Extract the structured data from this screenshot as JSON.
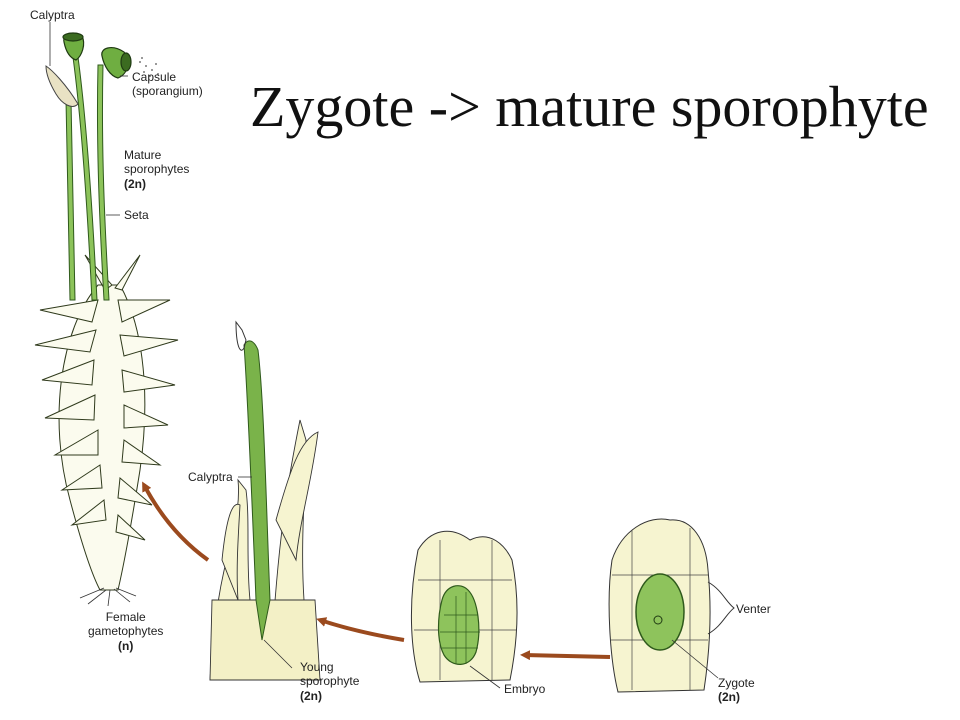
{
  "slide": {
    "title": "Zygote -> mature sporophyte"
  },
  "labels": {
    "calyptra_top": "Calyptra",
    "capsule_line1": "Capsule",
    "capsule_line2": "(sporangium)",
    "mature_line1": "Mature",
    "mature_line2": "sporophytes",
    "mature_ploidy": "(2n)",
    "seta": "Seta",
    "calyptra_mid": "Calyptra",
    "female_line1": "Female",
    "female_line2": "gametophytes",
    "female_ploidy": "(n)",
    "young_line1": "Young",
    "young_line2": "sporophyte",
    "young_ploidy": "(2n)",
    "embryo": "Embryo",
    "venter": "Venter",
    "zygote": "Zygote",
    "zygote_ploidy": "(2n)"
  },
  "colors": {
    "arrow": "#9b4a1e",
    "plant_green": "#7ab34a",
    "plant_dark": "#2f5a1c",
    "tissue_fill": "#f6f4d0",
    "cell_fill": "#8ec35c"
  }
}
